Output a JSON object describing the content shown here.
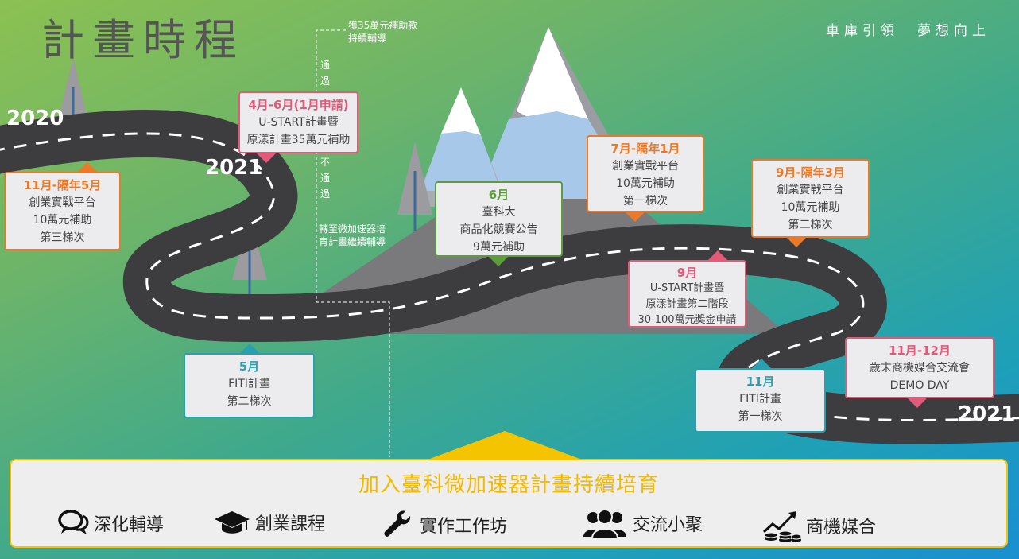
{
  "title": "計畫時程",
  "slogan": "車庫引領　夢想向上",
  "years": {
    "start": "2020",
    "mid": "2021",
    "end": "2021"
  },
  "notes": {
    "top": [
      "獲35萬元補助款",
      "持續輔導"
    ],
    "pass": "通過",
    "fail": "不通過",
    "transfer": [
      "轉至微加速器培",
      "育計畫繼續輔導"
    ]
  },
  "milestones": [
    {
      "id": "m1",
      "title": "11月-隔年5月",
      "lines": [
        "創業實戰平台",
        "10萬元補助",
        "第三梯次"
      ],
      "color": "#ea7a2a"
    },
    {
      "id": "m2",
      "title": "4月-6月(1月申請)",
      "lines": [
        "U-START計畫暨",
        "原漾計畫35萬元補助"
      ],
      "color": "#e25a78"
    },
    {
      "id": "m3",
      "title": "5月",
      "lines": [
        "FITI計畫",
        "第二梯次"
      ],
      "color": "#2a9fb0"
    },
    {
      "id": "m4",
      "title": "6月",
      "lines": [
        "臺科大",
        "商品化競賽公告",
        "9萬元補助"
      ],
      "color": "#5d9e3a"
    },
    {
      "id": "m5",
      "title": "7月-隔年1月",
      "lines": [
        "創業實戰平台",
        "10萬元補助",
        "第一梯次"
      ],
      "color": "#ea7a2a"
    },
    {
      "id": "m6",
      "title": "9月",
      "lines": [
        "U-START計畫暨",
        "原漾計畫第二階段",
        "30-100萬元獎金申請"
      ],
      "color": "#e25a78"
    },
    {
      "id": "m7",
      "title": "9月-隔年3月",
      "lines": [
        "創業實戰平台",
        "10萬元補助",
        "第二梯次"
      ],
      "color": "#ea7a2a"
    },
    {
      "id": "m8",
      "title": "11月",
      "lines": [
        "FITI計畫",
        "第一梯次"
      ],
      "color": "#2a9fb0"
    },
    {
      "id": "m9",
      "title": "11月-12月",
      "lines": [
        "歲末商機媒合交流會",
        "DEMO DAY"
      ],
      "color": "#e25a78"
    }
  ],
  "panel": {
    "title": "加入臺科微加速器計畫持續培育",
    "features": [
      {
        "label": "深化輔導",
        "icon": "speech-bubbles-icon"
      },
      {
        "label": "創業課程",
        "icon": "graduation-cap-icon"
      },
      {
        "label": "實作工作坊",
        "icon": "wrench-icon"
      },
      {
        "label": "交流小聚",
        "icon": "group-icon"
      },
      {
        "label": "商機媒合",
        "icon": "growth-coins-icon"
      }
    ]
  },
  "colors": {
    "orange": "#ea7a2a",
    "pink": "#e25a78",
    "teal": "#2a9fb0",
    "green": "#5d9e3a",
    "gold": "#f4c400",
    "road": "#3d3d40"
  }
}
